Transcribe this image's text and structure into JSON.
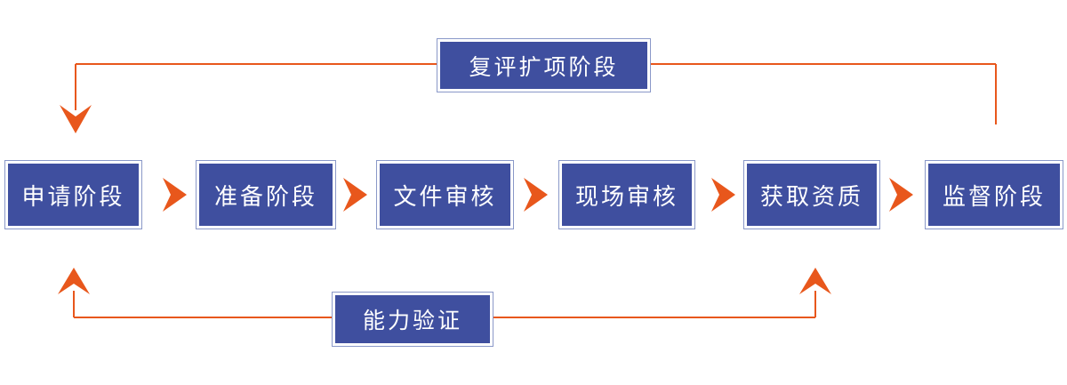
{
  "diagram": {
    "main_flow": [
      {
        "label": "申请阶段"
      },
      {
        "label": "准备阶段"
      },
      {
        "label": "文件审核"
      },
      {
        "label": "现场审核"
      },
      {
        "label": "获取资质"
      },
      {
        "label": "监督阶段"
      }
    ],
    "feedback_top": {
      "label": "复评扩项阶段"
    },
    "feedback_bottom": {
      "label": "能力验证"
    },
    "icons": {
      "flow_arrow": "chevron-right",
      "top_loop_arrow": "chevron-down",
      "bottom_loop_arrow": "chevron-up"
    },
    "colors": {
      "box_fill": "#3f4f9f",
      "box_outline": "#8a98c8",
      "box_text": "#ffffff",
      "arrow": "#e8571c",
      "background": "#ffffff"
    }
  }
}
